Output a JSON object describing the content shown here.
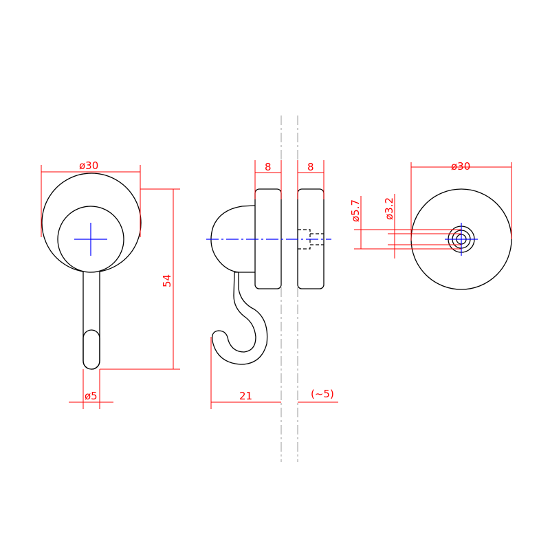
{
  "dimensions": {
    "front_diameter": "ø30",
    "height": "54",
    "stem_diameter": "ø5",
    "magnet_thickness_left": "8",
    "magnet_thickness_right": "8",
    "hook_depth": "21",
    "wall_gap": "(~5)",
    "back_diameter": "ø30",
    "hole_outer_diameter": "ø5.7",
    "hole_inner_diameter": "ø3.2"
  },
  "colors": {
    "outline": "#000000",
    "dimension": "#ff0000",
    "centerline": "#0000ff"
  }
}
